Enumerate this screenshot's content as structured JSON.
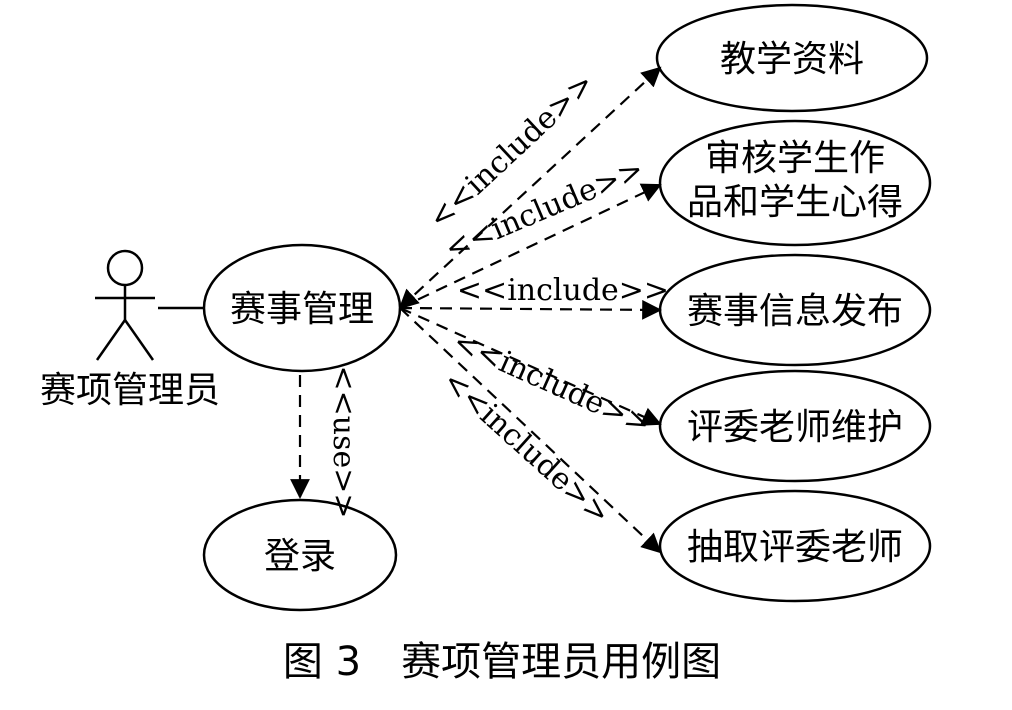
{
  "actor": {
    "label": "赛项管理员"
  },
  "use_cases": {
    "main": "赛事管理",
    "login": "登录",
    "teaching_materials": "教学资料",
    "review_line1": "审核学生作",
    "review_line2": "品和学生心得",
    "event_publish": "赛事信息发布",
    "judge_maintain": "评委老师维护",
    "draw_judges": "抽取评委老师"
  },
  "relations": {
    "include": "<<include>>",
    "use": "<<use>>"
  },
  "caption": "图 3　赛项管理员用例图"
}
